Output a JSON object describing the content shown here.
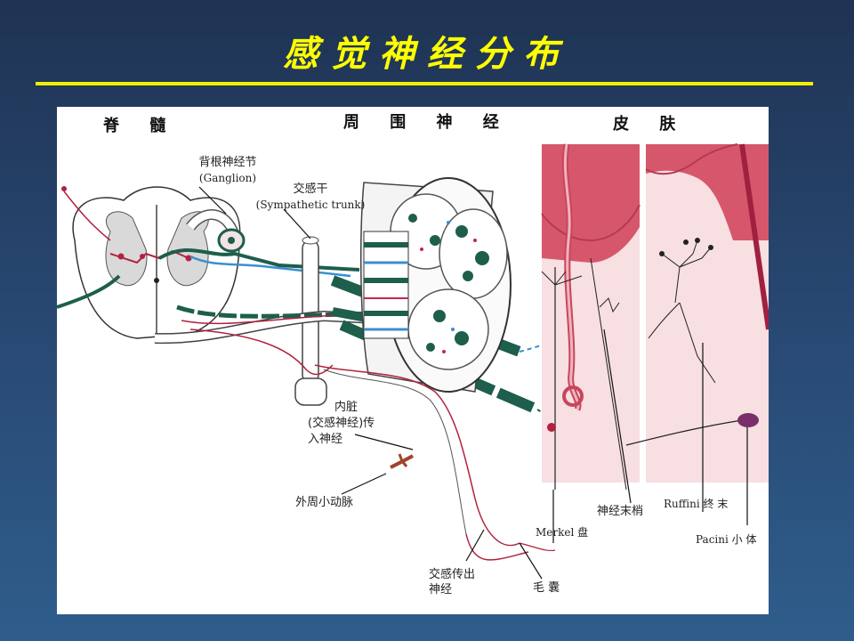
{
  "title": "感觉神经分布",
  "diagram": {
    "sections": {
      "spinal_cord": "脊 髓",
      "peripheral_nerve": "周 围 神 经",
      "skin": "皮 肤"
    },
    "labels": {
      "ganglion_cn": "背根神经节",
      "ganglion_en": "(Ganglion)",
      "trunk_cn": "交感干",
      "trunk_en": "(Sympathetic trunk)",
      "visceral_1": "内脏",
      "visceral_2": "(交感神经)传",
      "visceral_3": "入神经",
      "arteriole": "外周小动脉",
      "efferent_1": "交感传出",
      "efferent_2": "神经",
      "hair_follicle": "毛 囊",
      "merkel": "Merkel 盘",
      "nerve_ending": "神经末梢",
      "ruffini": "Ruffini 终 末",
      "pacini": "Pacini 小 体"
    },
    "colors": {
      "nerve_green": "#1d5e4c",
      "sensory_red": "#c0284a",
      "skin_pink": "#e9899a",
      "blue_fiber": "#3a8fd0"
    }
  }
}
